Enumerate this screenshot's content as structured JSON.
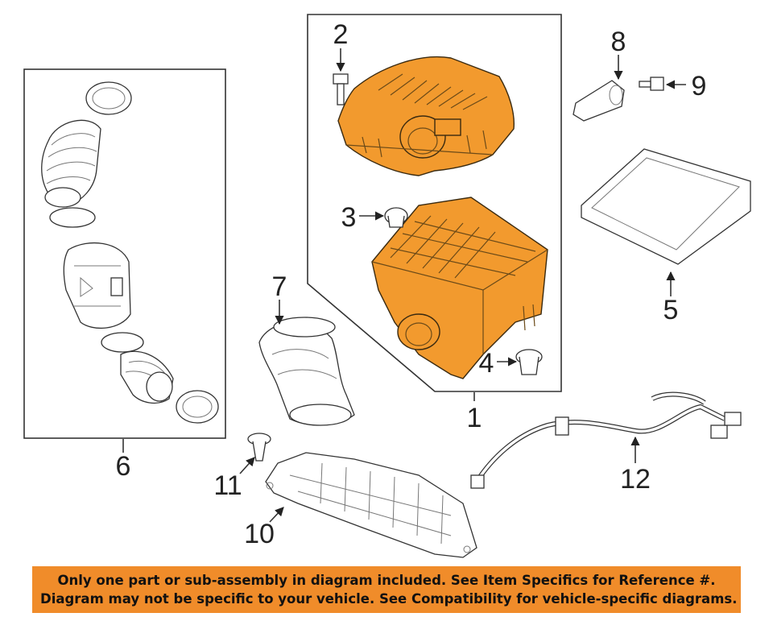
{
  "callouts": {
    "c1": "1",
    "c2": "2",
    "c3": "3",
    "c4": "4",
    "c5": "5",
    "c6": "6",
    "c7": "7",
    "c8": "8",
    "c9": "9",
    "c10": "10",
    "c11": "11",
    "c12": "12"
  },
  "colors": {
    "highlight": "#f29a2e",
    "banner": "#f08c2a"
  },
  "disclaimer": {
    "line1": "Only one part or sub-assembly in diagram included. See Item Specifics for Reference #.",
    "line2": "Diagram may not be specific to your vehicle. See Compatibility for vehicle-specific diagrams."
  }
}
